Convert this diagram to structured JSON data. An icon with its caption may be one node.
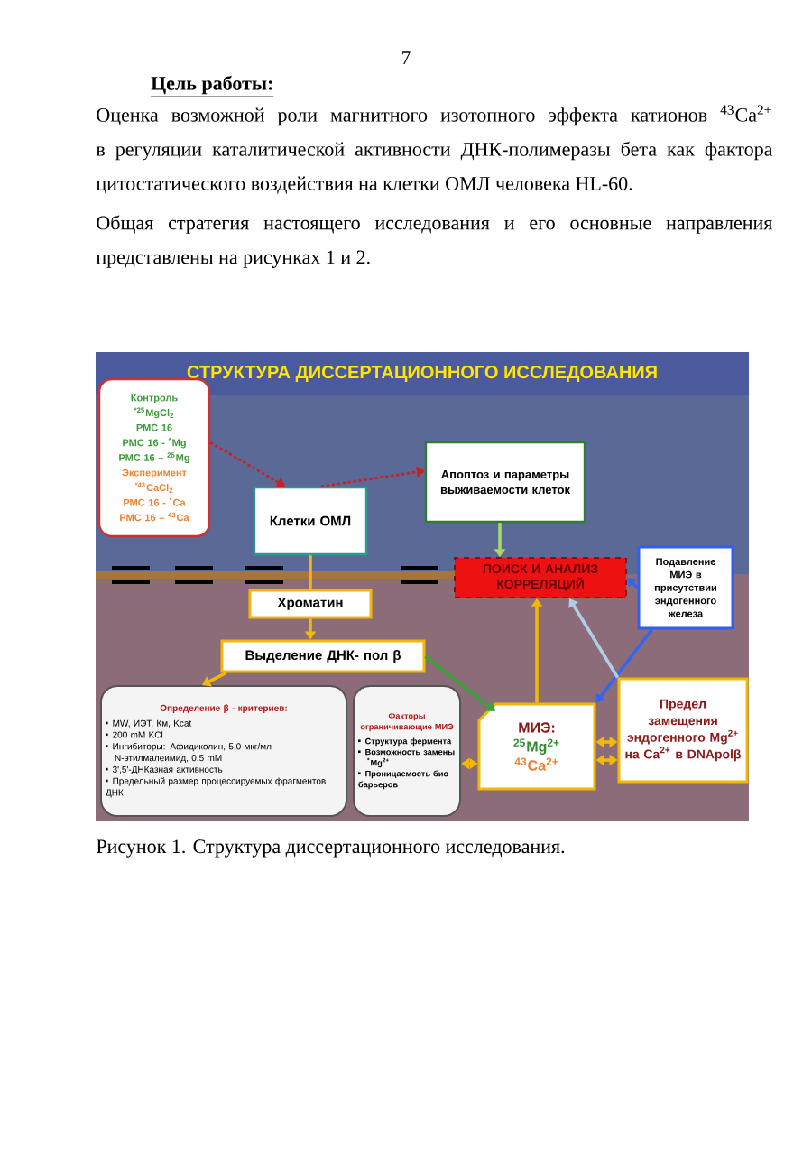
{
  "diagram": {
    "title": "СТРУКТУРА ДИССЕРТАЦИОННОГО ИССЛЕДОВАНИЯ",
    "caption": "Рисунок 1. Структура диссертационного исследования.",
    "nodes": [
      {
        "text": [
          "Контроль",
          "$^{*25}$MgCl$_{2}$",
          "РМС 16",
          "РМС 16 - $^{*}$Mg",
          "РМС 16 – $^{25}$Mg",
          "Эксперимент",
          "$^{*43}$CaCl$_{2}$",
          "РМС 16 - $^{*}$Ca",
          "РМС 16 – $^{43}$Ca"
        ]
      },
      {
        "text": [
          "Клетки ОМЛ"
        ]
      },
      {
        "text": [
          "Апоптоз и параметры выживаемости клеток"
        ]
      },
      {
        "text": [
          "ПОИСК И АНАЛИЗ КОРРЕЛЯЦИЙ"
        ]
      },
      {
        "text": [
          "Подавление МИЭ в присутствии эндогенного железа"
        ]
      },
      {
        "text": [
          "Хроматин"
        ]
      },
      {
        "text": [
          "Выделение ДНК- пол β"
        ]
      },
      {
        "text": [
          "Определение β - критериев:",
          "MW, ИЭТ, Км, Kcat",
          "200 mM KCl",
          "Ингибиторы: Афидиколин, 5.0 мкг/мл N-этилмалеимид, 0.5 mM",
          "3',5'-ДНКазная активность",
          "Предельный размер процессируемых фрагментов ДНК"
        ]
      },
      {
        "text": [
          "Факторы ограничивающие МИЭ",
          "Структура фермента",
          "Возможность замены $^{*}$Mg$^{2+}$",
          "Проницаемость био барьеров"
        ]
      },
      {
        "text": [
          "МИЭ:",
          "$^{25}$Mg$^{2+}$",
          "$^{43}$Ca$^{2+}$"
        ]
      },
      {
        "text": [
          "Предел замещения эндогенного Mg$^{2+}$ на Ca$^{2+}$ в DNApolβ"
        ]
      }
    ],
    "edges": [
      {
        "from": 0,
        "to": 1,
        "arrow": "to",
        "style": "dashed",
        "color": "#cc1f1f"
      },
      {
        "from": 1,
        "to": 2,
        "arrow": "to",
        "style": "dashed",
        "color": "#cc1f1f"
      },
      {
        "from": 2,
        "to": 3,
        "arrow": "to",
        "color": "#a6d96a"
      },
      {
        "from": 1,
        "to": 5,
        "arrow": "none"
      },
      {
        "from": 5,
        "to": 6,
        "arrow": "to"
      },
      {
        "from": 6,
        "to": 7,
        "arrow": "to"
      },
      {
        "from": 6,
        "to": 9,
        "arrow": "to",
        "color": "#3aa33a"
      },
      {
        "from": 4,
        "to": 3,
        "arrow": "to",
        "color": "#3366ee"
      },
      {
        "from": 4,
        "to": 9,
        "arrow": "to",
        "color": "#3366ee"
      },
      {
        "from": 10,
        "to": 3,
        "arrow": "to",
        "color": "#b0cce6"
      },
      {
        "from": 9,
        "to": 3,
        "arrow": "to"
      },
      {
        "from": 9,
        "to": 10,
        "arrow": "both"
      },
      {
        "from": 9,
        "to": 10,
        "arrow": "both"
      },
      {
        "from": 8,
        "to": 9,
        "arrow": "both"
      }
    ],
    "labels": [
      "7",
      "Цель работы:",
      "Оценка возможной роли магнитного изотопного эффекта катионов $^{43}$Ca$^{2+}$ в регуляции каталитической активности ДНК-полимеразы бета как фактора цитостатического воздействия на клетки ОМЛ человека HL-60.",
      "Общая стратегия настоящего исследования и его основные направления представлены на рисунках 1 и 2."
    ]
  }
}
